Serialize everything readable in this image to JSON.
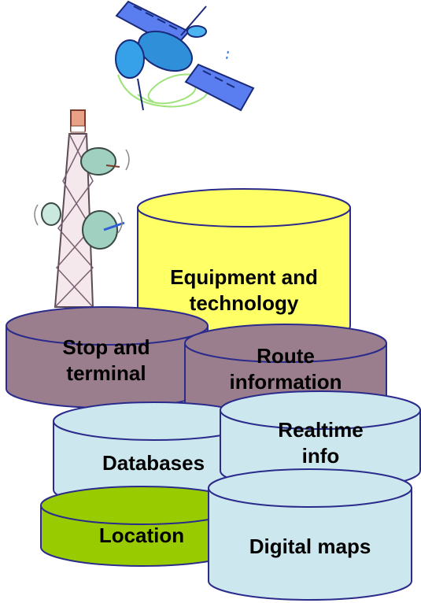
{
  "cylinders": {
    "equipment": {
      "label": "Equipment and technology",
      "color": "#ffff66"
    },
    "stop": {
      "label": "Stop and terminal",
      "color": "#9b7e8d"
    },
    "route": {
      "label": "Route information",
      "color": "#9b7e8d"
    },
    "databases": {
      "label": "Databases",
      "color": "#cce7ee"
    },
    "realtime": {
      "label": "Realtime info",
      "color": "#cce7ee"
    },
    "location": {
      "label": "Location",
      "color": "#99cc00"
    },
    "maps": {
      "label": "Digital maps",
      "color": "#cce7ee"
    }
  },
  "clipart": {
    "satellite": "satellite-icon",
    "tower": "antenna-tower-icon"
  },
  "colors": {
    "outline": "#2b2b8c"
  }
}
